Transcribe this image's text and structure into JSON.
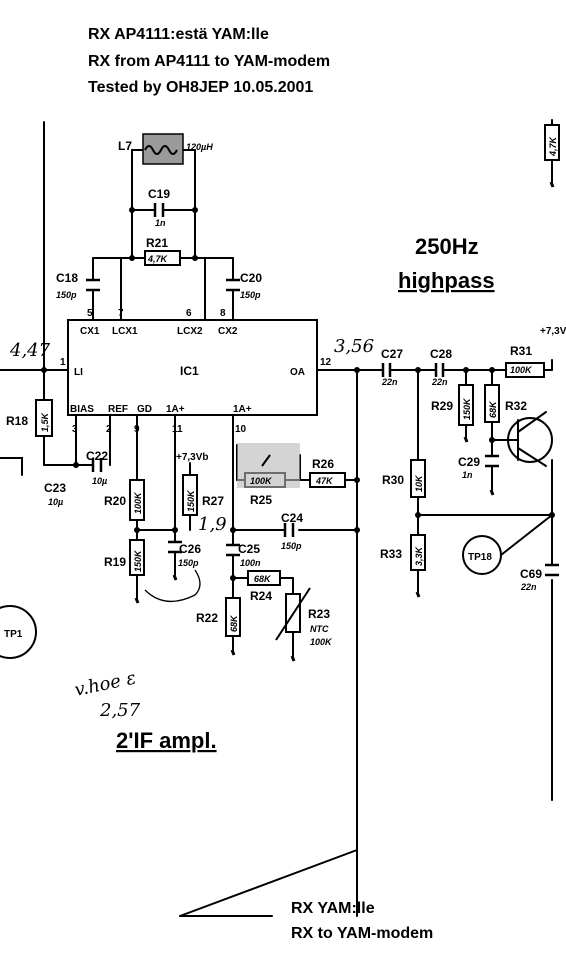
{
  "header": {
    "line1": "RX AP4111:estä YAM:lle",
    "line2": "RX from AP4111 to YAM-modem",
    "line3": "Tested by OH8JEP 10.05.2001"
  },
  "footer": {
    "line1": "RX YAM:lle",
    "line2": "RX to YAM-modem"
  },
  "annotations": {
    "highpass_freq": "250Hz",
    "highpass_label": "highpass",
    "if_amp": "2'IF ampl.",
    "hand_v_in": "4,47",
    "hand_v_out": "3,56",
    "hand_mid": "1,9",
    "hand_scrawl": "v.hoe ε",
    "hand_scrawl2": "2,57"
  },
  "ic": {
    "name": "IC1",
    "top_pins": [
      "CX1",
      "LCX1",
      "LCX2",
      "CX2"
    ],
    "top_pin_nums": [
      "5",
      "7",
      "6",
      "8"
    ],
    "left_pin": "LI",
    "left_pin_num": "1",
    "right_pin": "OA",
    "right_pin_num": "12",
    "bottom_pins": [
      "BIAS",
      "REF",
      "GD",
      "1A+",
      "1A+"
    ],
    "bottom_pin_nums": [
      "3",
      "2",
      "9",
      "11",
      "10"
    ]
  },
  "components": {
    "L7": {
      "name": "L7",
      "value": "120µH"
    },
    "C19": {
      "name": "C19",
      "value": "1n"
    },
    "R21": {
      "name": "R21",
      "value": "4,7K"
    },
    "C18": {
      "name": "C18",
      "value": "150p"
    },
    "C20": {
      "name": "C20",
      "value": "150p"
    },
    "R18": {
      "name": "R18",
      "value": "1,5K"
    },
    "C22": {
      "name": "C22",
      "value": "10µ"
    },
    "C23": {
      "name": "C23",
      "value": "10µ"
    },
    "R20": {
      "name": "R20",
      "value": "100K"
    },
    "R19": {
      "name": "R19",
      "value": "150K"
    },
    "C26": {
      "name": "C26",
      "value": "150p"
    },
    "R27": {
      "name": "R27",
      "value": "150K"
    },
    "V73b": {
      "name": "+7,3Vb"
    },
    "R25": {
      "name": "R25",
      "value": "100K"
    },
    "R26": {
      "name": "R26",
      "value": "47K"
    },
    "C24": {
      "name": "C24",
      "value": "150p"
    },
    "C25": {
      "name": "C25",
      "value": "100n"
    },
    "R24": {
      "name": "R24",
      "value": "68K"
    },
    "R22": {
      "name": "R22",
      "value": "68K"
    },
    "R23": {
      "name": "R23",
      "value": "NTC",
      "value2": "100K"
    },
    "C27": {
      "name": "C27",
      "value": "22n"
    },
    "C28": {
      "name": "C28",
      "value": "22n"
    },
    "R31": {
      "name": "R31",
      "value": "100K"
    },
    "V73": {
      "name": "+7,3V"
    },
    "R29": {
      "name": "R29",
      "value": "150K"
    },
    "R28": {
      "value": "68K"
    },
    "R32": {
      "name": "R32"
    },
    "C29": {
      "name": "C29",
      "value": "1n"
    },
    "R30": {
      "name": "R30",
      "value": "10K"
    },
    "R33": {
      "name": "R33",
      "value": "3,3K"
    },
    "TP18": {
      "name": "TP18"
    },
    "TP1": {
      "name": "TP1"
    },
    "C69": {
      "name": "C69",
      "value": "22n"
    },
    "R4": {
      "value": "4,7K"
    }
  }
}
